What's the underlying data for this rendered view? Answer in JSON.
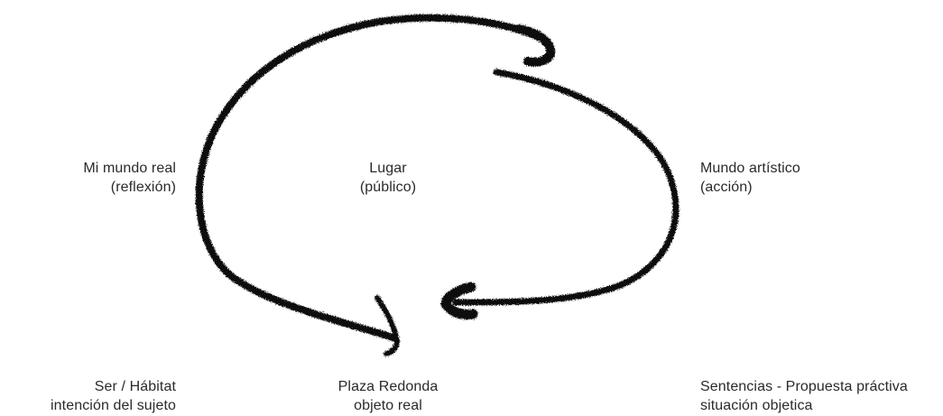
{
  "diagram": {
    "stroke_color": "#0a0a0a",
    "labels": {
      "real_world": {
        "line1": "Mi mundo real",
        "line2": "(reflexión)"
      },
      "place": {
        "line1": "Lugar",
        "line2": "(público)"
      },
      "artistic_world": {
        "line1": "Mundo artístico",
        "line2": "(acción)"
      },
      "being": {
        "line1": "Ser / Hábitat",
        "line2": "intención del sujeto"
      },
      "plaza": {
        "line1": "Plaza Redonda",
        "line2": "objeto real"
      },
      "sentences": {
        "line1": "Sentencias - Propuesta práctiva",
        "line2": "situación objetica"
      }
    }
  }
}
